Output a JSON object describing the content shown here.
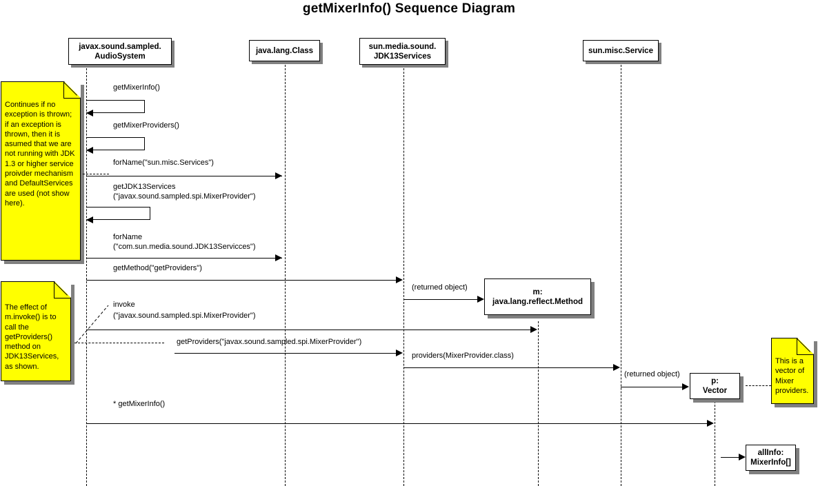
{
  "diagram": {
    "title": "getMixerInfo() Sequence Diagram",
    "type": "uml-sequence-diagram"
  },
  "participants": [
    {
      "id": "audiosystem",
      "label": "javax.sound.sampled.\nAudioSystem",
      "line1": "javax.sound.sampled.",
      "line2": "AudioSystem"
    },
    {
      "id": "javalangclass",
      "label": "java.lang.Class",
      "line1": "java.lang.Class",
      "line2": ""
    },
    {
      "id": "jdk13services",
      "label": "sun.media.sound.\nJDK13Services",
      "line1": "sun.media.sound.",
      "line2": "JDK13Services"
    },
    {
      "id": "sunmiscservice",
      "label": "sun.misc.Service",
      "line1": "sun.misc.Service",
      "line2": ""
    }
  ],
  "objects": [
    {
      "id": "method",
      "line1": "m:",
      "line2": "java.lang.reflect.Method"
    },
    {
      "id": "vector",
      "line1": "p:",
      "line2": "Vector"
    },
    {
      "id": "allinfo",
      "line1": "allInfo:",
      "line2": "MixerInfo[]"
    }
  ],
  "messages": [
    {
      "id": "m1",
      "label": "getMixerInfo()",
      "kind": "self-call"
    },
    {
      "id": "m2",
      "label": "getMixerProviders()",
      "kind": "self-call"
    },
    {
      "id": "m3",
      "label": "forName(\"sun.misc.Services\")",
      "kind": "call"
    },
    {
      "id": "m4",
      "line1": "getJDK13Services",
      "line2": "(\"javax.sound.sampled.spi.MixerProvider\")",
      "kind": "self-call"
    },
    {
      "id": "m5",
      "line1": "forName",
      "line2": "(\"com.sun.media.sound.JDK13Servicces\")",
      "kind": "call"
    },
    {
      "id": "m6",
      "label": "getMethod(\"getProviders\")",
      "kind": "call"
    },
    {
      "id": "m7",
      "label": "(returned object)",
      "kind": "return"
    },
    {
      "id": "m8",
      "line1": "invoke",
      "line2": "(\"javax.sound.sampled.spi.MixerProvider\")",
      "kind": "call"
    },
    {
      "id": "m9",
      "label": "getProviders(\"javax.sound.sampled.spi.MixerProvider\")",
      "kind": "call"
    },
    {
      "id": "m10",
      "label": "providers(MixerProvider.class)",
      "kind": "call"
    },
    {
      "id": "m11",
      "label": "(returned object)",
      "kind": "return"
    },
    {
      "id": "m12",
      "label": "* getMixerInfo()",
      "kind": "call"
    }
  ],
  "notes": [
    {
      "id": "note-exception",
      "text": "Continues if no exception is thrown; if an exception is thrown, then it is asumed that we are not running with JDK 1.3 or higher service proivder mechanism and DefaultServices are used (not show here)."
    },
    {
      "id": "note-invoke",
      "text": "The effect of m.invoke() is to call the getProviders() method on JDK13Services, as shown."
    },
    {
      "id": "note-vector",
      "text": "This is a vector of Mixer providers."
    }
  ],
  "colors": {
    "note_fill": "#ffff00",
    "shadow": "#808080",
    "line": "#000000",
    "background": "#ffffff"
  }
}
